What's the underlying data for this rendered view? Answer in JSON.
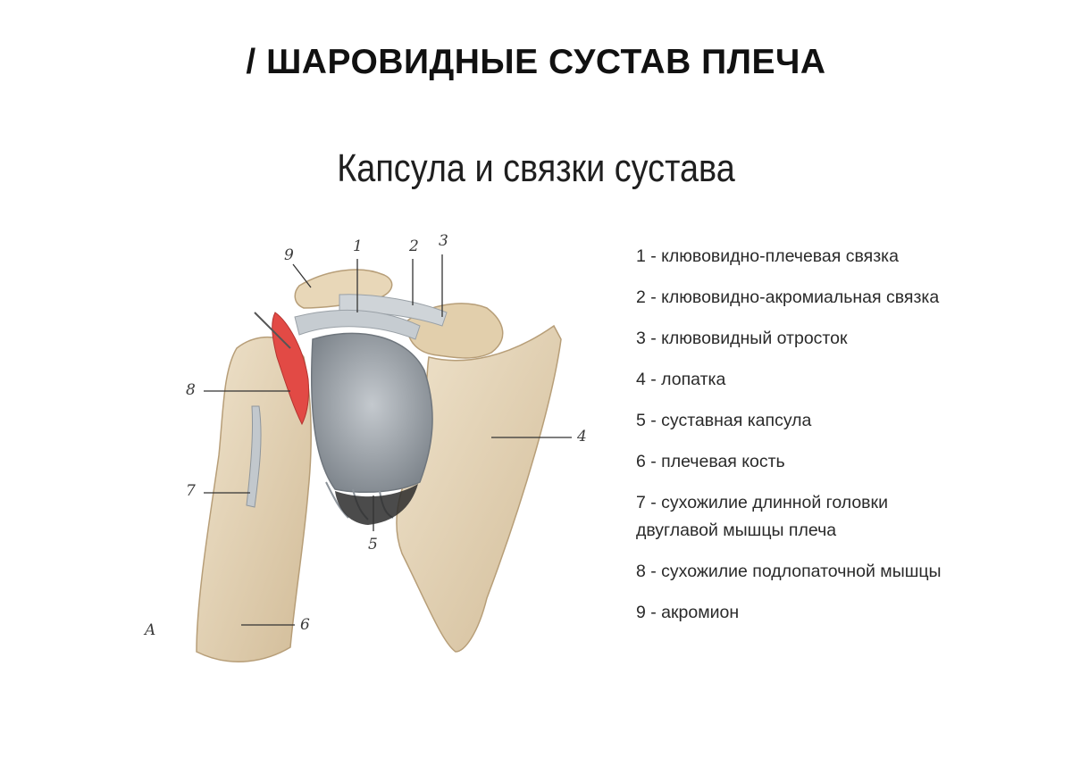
{
  "header": {
    "title": "/ ШАРОВИДНЫЕ СУСТАВ ПЛЕЧА",
    "subtitle": "Капсула и связки сустава"
  },
  "figure": {
    "panel_letter": "A",
    "callouts": [
      "1",
      "2",
      "3",
      "4",
      "5",
      "6",
      "7",
      "8",
      "9"
    ],
    "colors": {
      "bone": "#e6d6bb",
      "bone_shade": "#c8b08c",
      "ligament": "#c9ced3",
      "capsule": "#9ea4aa",
      "tendon_red": "#e24a45",
      "dark_gap": "#2b2b2b"
    }
  },
  "legend": {
    "items": [
      "1 - клювовидно-плечевая связка",
      "2 - клювовидно-акромиальная связка",
      "3 - клювовидный отросток",
      "4 - лопатка",
      "5 - суставная капсула",
      "6 - плечевая кость",
      "7 - сухожилие длинной головки двуглавой мышцы плеча",
      "8 - сухожилие подлопаточной мышцы",
      "9 - акромион"
    ]
  }
}
